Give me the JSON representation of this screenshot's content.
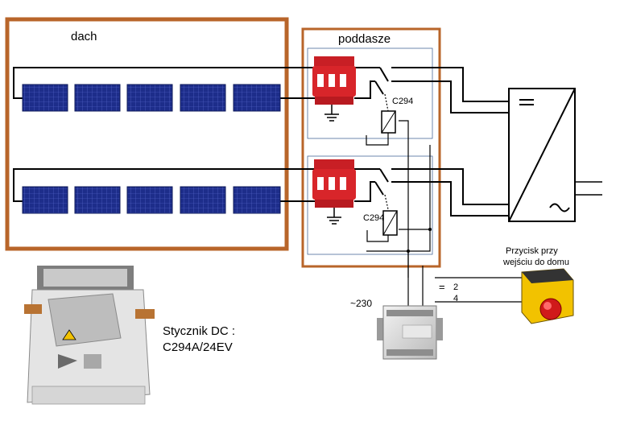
{
  "labels": {
    "roof": "dach",
    "attic": "poddasze",
    "contactor_top": "C294",
    "contactor_bottom": "C294",
    "psu_input": "~230",
    "dc_symbol": "=",
    "wire_2": "2",
    "wire_4": "4",
    "button_line1": "Przycisk przy",
    "button_line2": "wejściu do domu",
    "contactor_name_line1": "Stycznik DC :",
    "contactor_name_line2": "C294A/24EV"
  },
  "colors": {
    "frame": "#b8652a",
    "panel": "#1d2d8a",
    "surge_red": "#d8252a",
    "button_yellow": "#f2c200",
    "wire": "#000000"
  },
  "icons": {
    "panel": "solar-panel-icon",
    "surge": "surge-protector-icon",
    "ground": "ground-icon",
    "relay": "relay-coil-icon",
    "inverter": "inverter-icon",
    "psu": "power-supply-icon",
    "button": "emergency-button-icon",
    "contactor": "dc-contactor-photo"
  },
  "strings": [
    {
      "name": "string-1",
      "panels": 5
    },
    {
      "name": "string-2",
      "panels": 5
    }
  ]
}
